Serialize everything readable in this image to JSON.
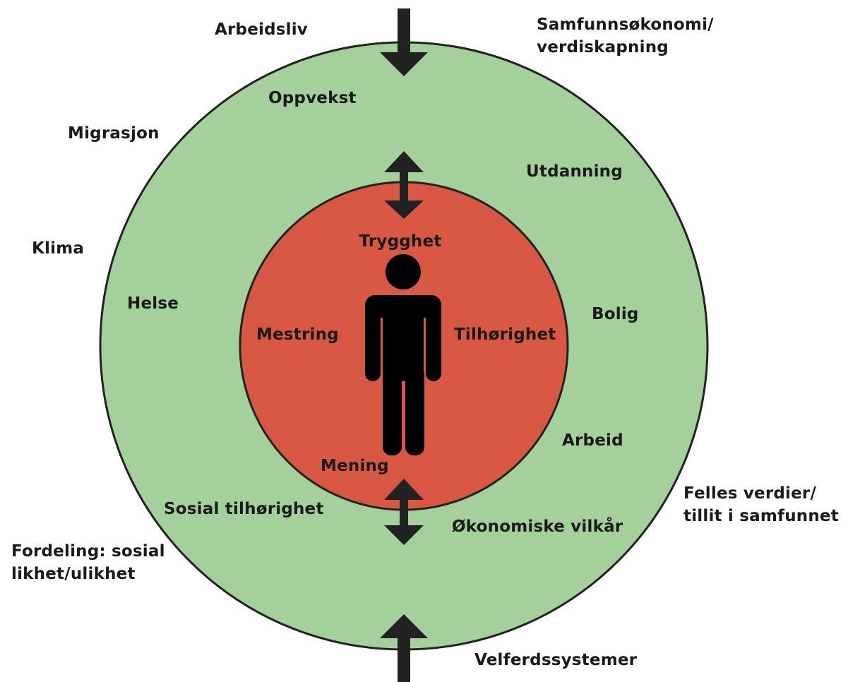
{
  "colors": {
    "outer_fill": "#a3d09b",
    "inner_fill": "#d85843",
    "stroke": "#222222",
    "figure": "#000000",
    "arrow": "#222222",
    "background": "#ffffff"
  },
  "icons": {
    "figure": "person-icon",
    "top_arrow": "arrow-down-icon",
    "bottom_arrow": "arrow-up-icon",
    "upper_double_arrow": "double-arrow-vertical-icon",
    "lower_double_arrow": "double-arrow-vertical-icon"
  },
  "outer_labels": {
    "arbeidsliv": "Arbeidsliv",
    "samfunnsokonomi_line1": "Samfunnsøkonomi/",
    "samfunnsokonomi_line2": "verdiskapning",
    "migrasjon": "Migrasjon",
    "klima": "Klima",
    "fordeling_line1": "Fordeling: sosial",
    "fordeling_line2": "likhet/ulikhet",
    "felles_line1": "Felles verdier/",
    "felles_line2": "tillit i samfunnet",
    "velferdssystemer": "Velferdssystemer"
  },
  "ring_labels": {
    "oppvekst": "Oppvekst",
    "utdanning": "Utdanning",
    "helse": "Helse",
    "bolig": "Bolig",
    "arbeid": "Arbeid",
    "sosial_tilhorighet": "Sosial tilhørighet",
    "okonomiske_vilkar": "Økonomiske vilkår"
  },
  "core_labels": {
    "trygghet": "Trygghet",
    "mestring": "Mestring",
    "tilhorighet": "Tilhørighet",
    "mening": "Mening"
  }
}
